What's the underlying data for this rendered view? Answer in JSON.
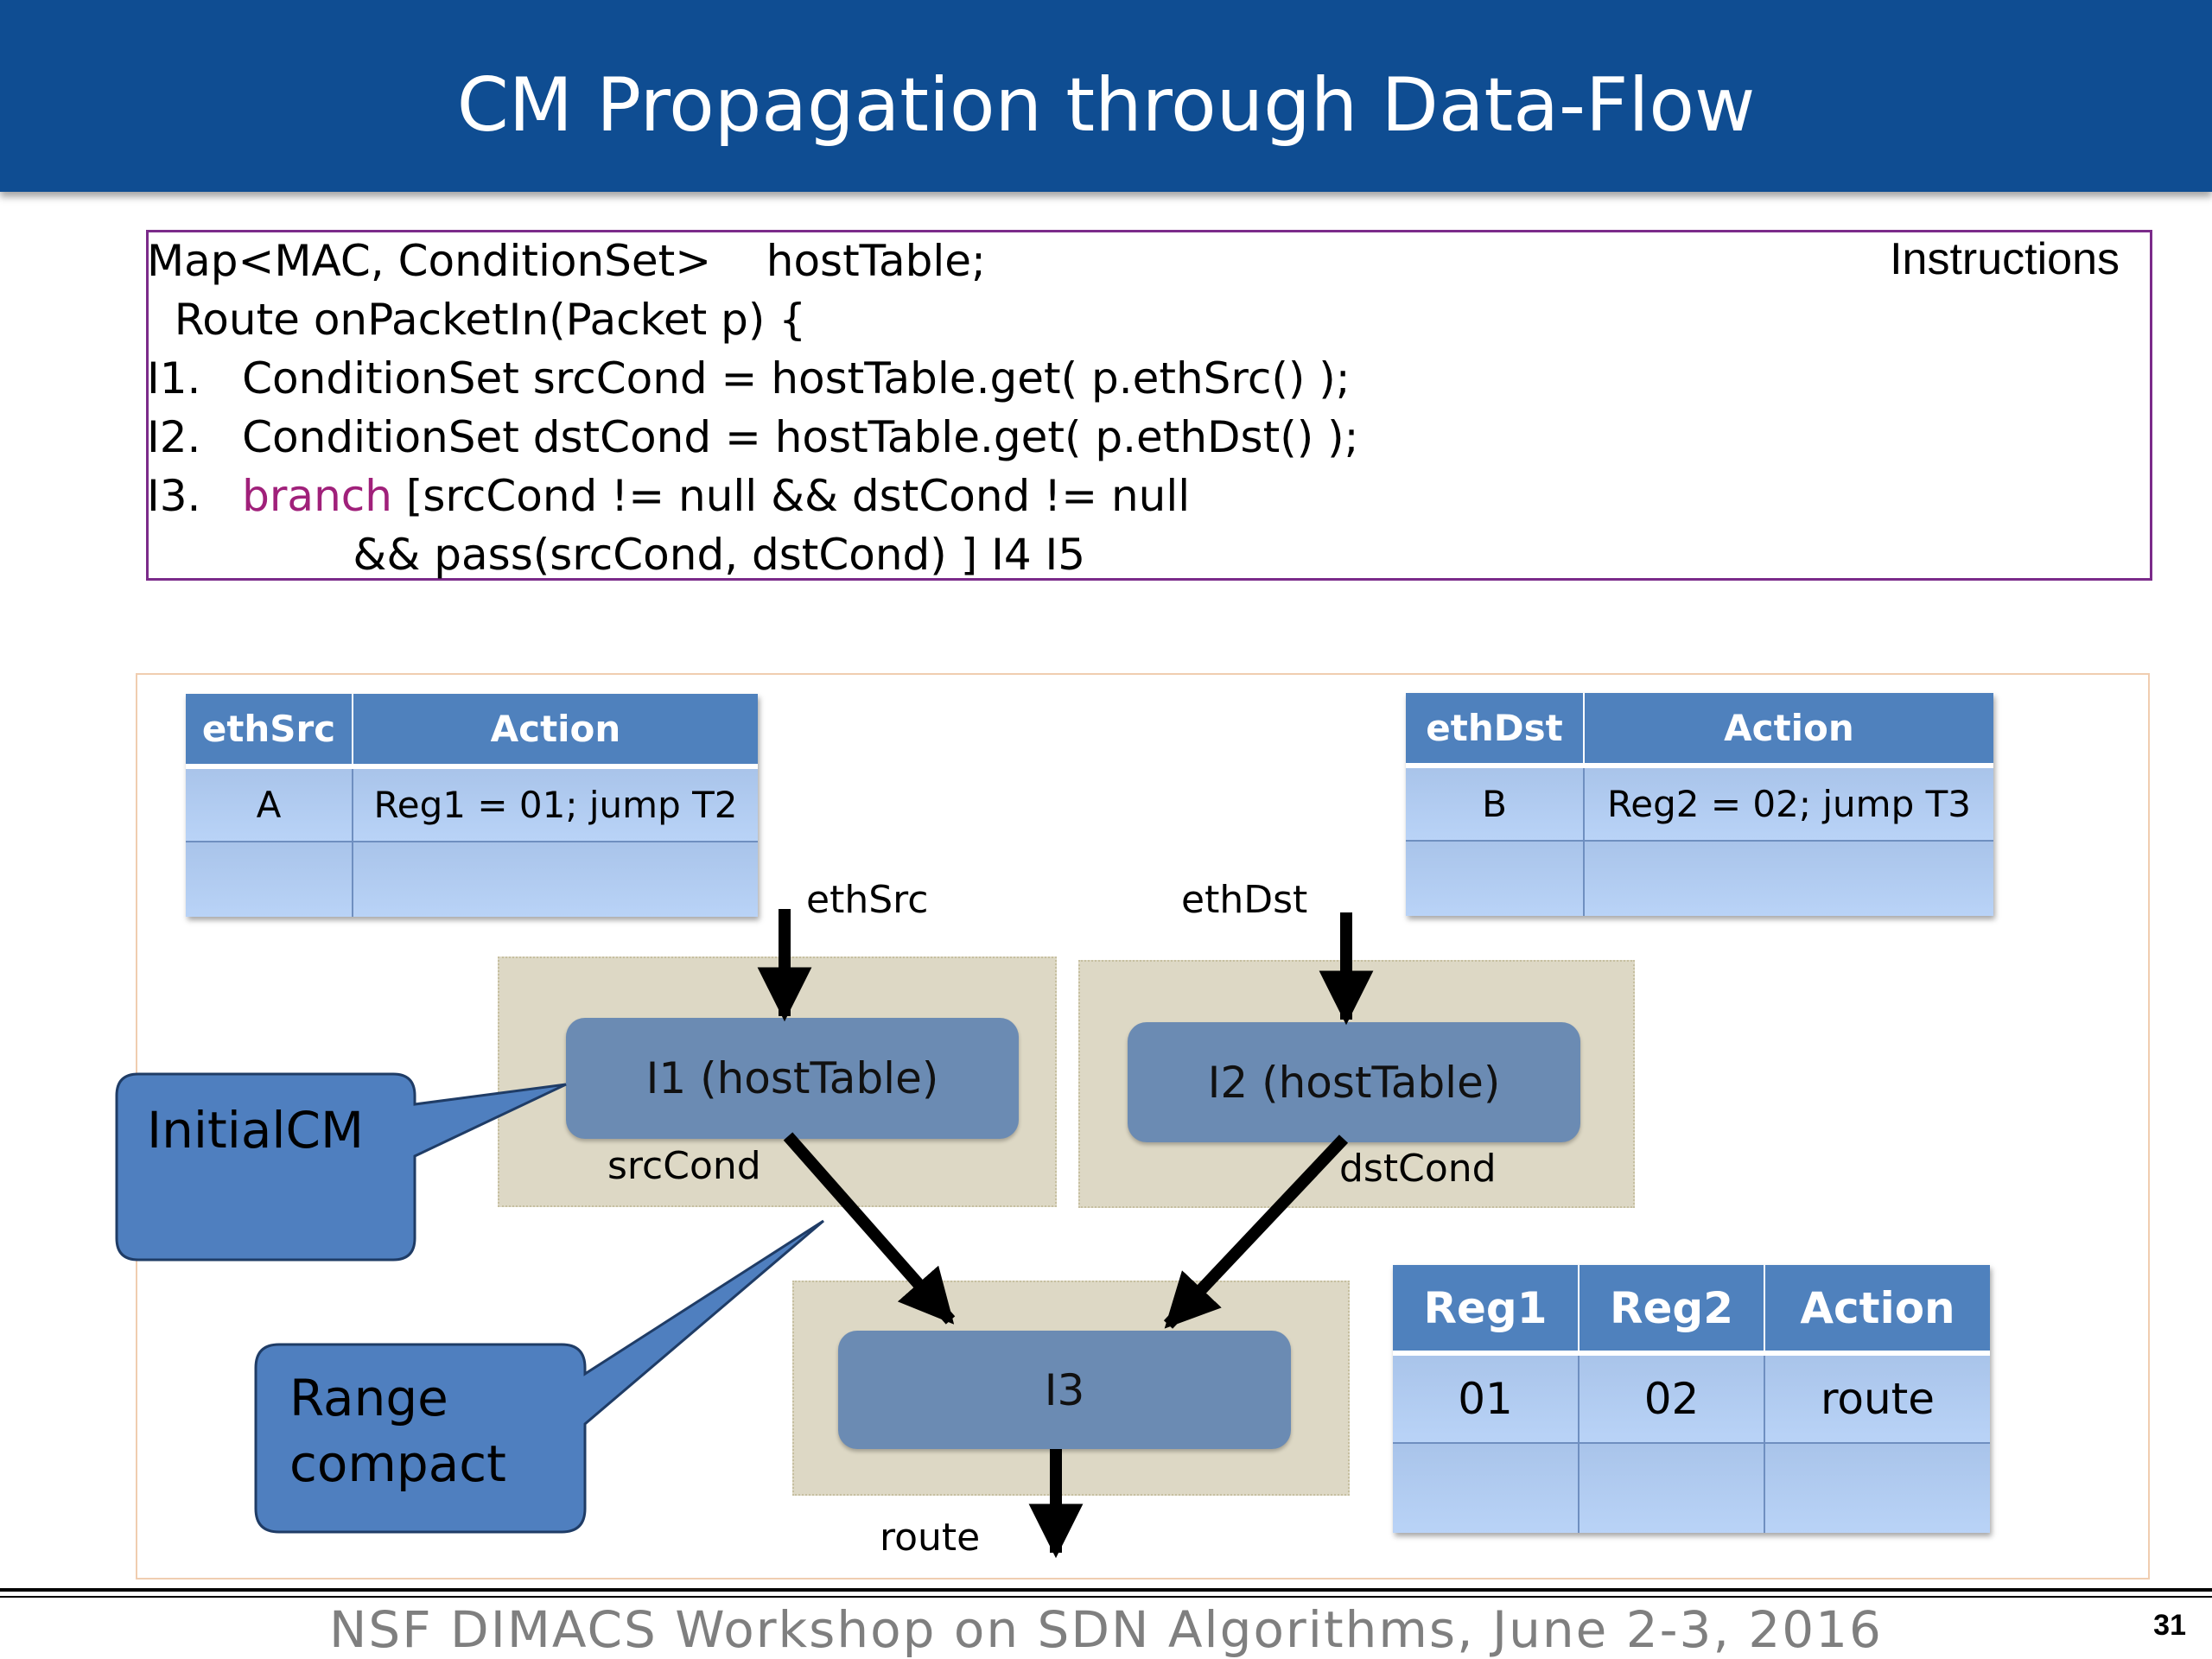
{
  "title": "CM Propagation through Data-Flow",
  "code": {
    "label": "Instructions",
    "line1": "Map<MAC, ConditionSet>    hostTable;",
    "line2": "  Route onPacketIn(Packet p) {",
    "line3": "I1.   ConditionSet srcCond = hostTable.get( p.ethSrc() );",
    "line4": "I2.   ConditionSet dstCond = hostTable.get( p.ethDst() );",
    "line5_num": "I3.   ",
    "line5_kw": "branch",
    "line5_rest": " [srcCond != null && dstCond != null",
    "line6": "               && pass(srcCond, dstCond) ] I4 I5"
  },
  "table_src": {
    "headers": [
      "ethSrc",
      "Action"
    ],
    "rows": [
      [
        "A",
        "Reg1 = 01; jump T2"
      ],
      [
        "",
        ""
      ]
    ]
  },
  "table_dst": {
    "headers": [
      "ethDst",
      "Action"
    ],
    "rows": [
      [
        "B",
        "Reg2 = 02; jump T3"
      ],
      [
        "",
        ""
      ]
    ]
  },
  "table_reg": {
    "headers": [
      "Reg1",
      "Reg2",
      "Action"
    ],
    "rows": [
      [
        "01",
        "02",
        "route"
      ],
      [
        "",
        "",
        ""
      ]
    ]
  },
  "nodes": {
    "i1": "I1 (hostTable)",
    "i2": "I2 (hostTable)",
    "i3": "I3"
  },
  "edge_labels": {
    "ethsrc": "ethSrc",
    "ethdst": "ethDst",
    "srccond": "srcCond",
    "dstcond": "dstCond",
    "route": "route"
  },
  "callouts": {
    "initial": "InitialCM",
    "range_line1": "Range",
    "range_line2": "compact"
  },
  "footer": {
    "text": "NSF DIMACS Workshop on SDN Algorithms, June 2-3, 2016",
    "page": "31"
  },
  "colors": {
    "title_bar": "#0f4d92",
    "table_header": "#4f81bd",
    "node_fill": "#6b8bb3",
    "callout_fill": "#4f7fbf",
    "keyword": "#a0207a"
  }
}
